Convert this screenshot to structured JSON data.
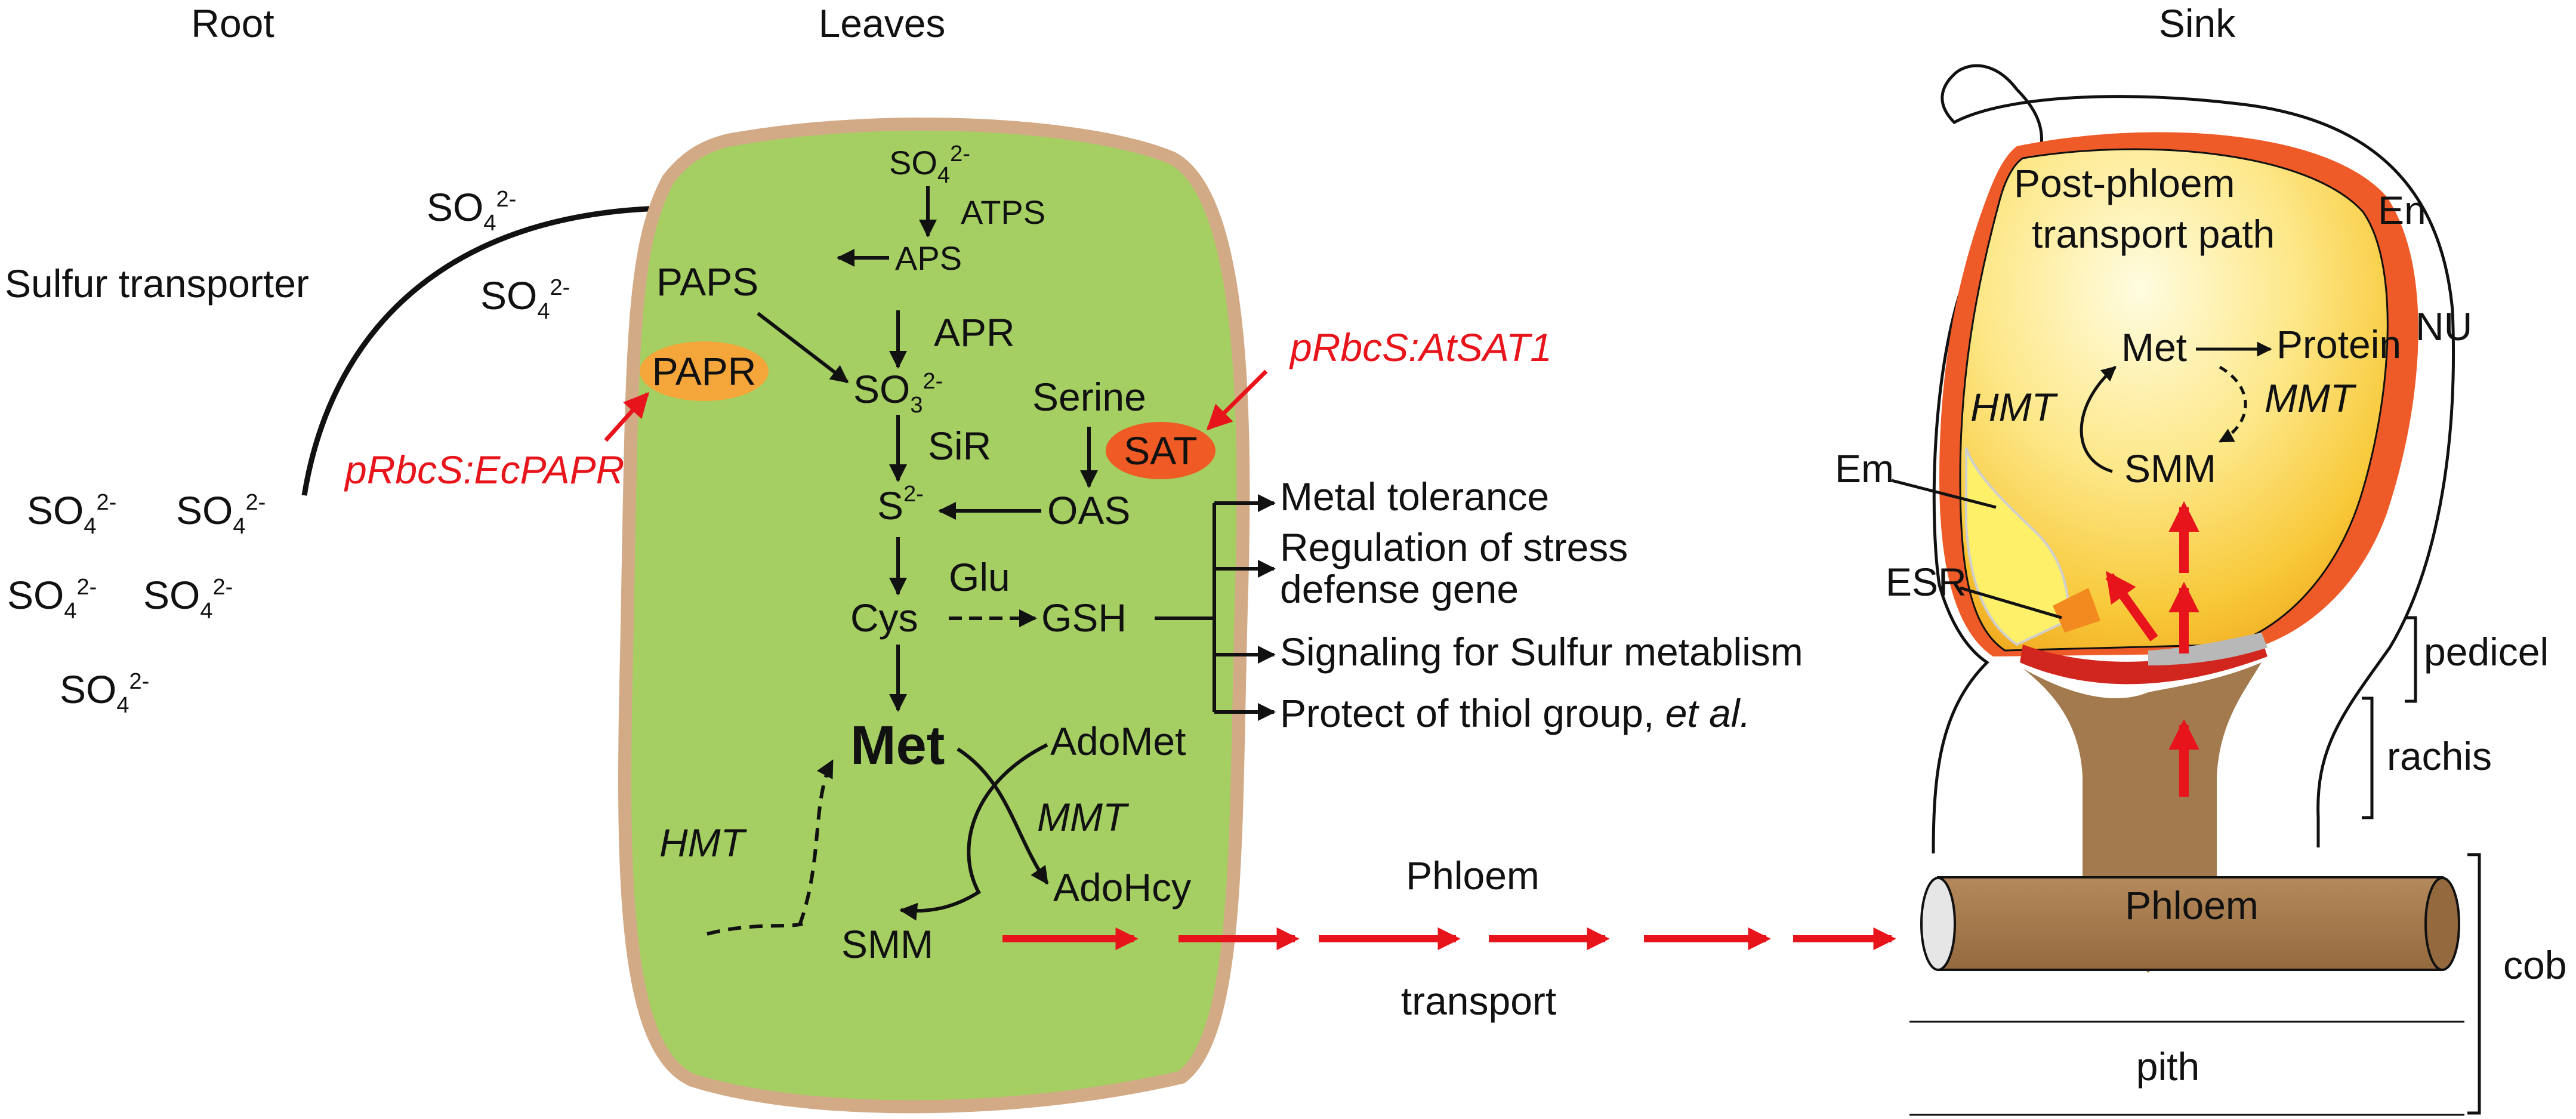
{
  "headers": {
    "root": "Root",
    "leaves": "Leaves",
    "sink": "Sink"
  },
  "root": {
    "sulfur_transporter": "Sulfur transporter",
    "sulfate_main": "SO",
    "sulfate_sub": "4",
    "sulfate_sup": "2-"
  },
  "leaf": {
    "so4_main": "SO",
    "so4_sub": "4",
    "so4_sup": "2-",
    "atps": "ATPS",
    "aps": "APS",
    "paps": "PAPS",
    "papr": "PAPR",
    "apr": "APR",
    "so3_main": "SO",
    "so3_sub": "3",
    "so3_sup": "2-",
    "sir": "SiR",
    "serine": "Serine",
    "sat": "SAT",
    "s_main": "S",
    "s_sup": "2-",
    "oas": "OAS",
    "cys": "Cys",
    "glu": "Glu",
    "gsh": "GSH",
    "met": "Met",
    "adomet": "AdoMet",
    "mmt": "MMT",
    "adohcy": "AdoHcy",
    "hmt": "HMT",
    "smm": "SMM"
  },
  "transgenes": {
    "papr_construct": "pRbcS:EcPAPR",
    "sat_construct": "pRbcS:AtSAT1"
  },
  "gsh_functions": {
    "metal": "Metal tolerance",
    "stress_line1": "Regulation of stress",
    "stress_line2": "defense gene",
    "signaling": "Signaling for Sulfur metablism",
    "protect": "Protect of thiol group,",
    "protect_etal": "et al."
  },
  "transport": {
    "phloem": "Phloem",
    "transport": "transport"
  },
  "sink": {
    "post_phloem_line1": "Post-phloem",
    "post_phloem_line2": "transport path",
    "en": "En",
    "nu": "NU",
    "met": "Met",
    "protein": "Protein",
    "hmt": "HMT",
    "mmt": "MMT",
    "smm": "SMM",
    "em": "Em",
    "esr": "ESR",
    "pedicel": "pedicel",
    "rachis": "rachis",
    "phloem": "Phloem",
    "cob": "cob",
    "pith": "pith"
  },
  "colors": {
    "leaf_fill": "#a5cf63",
    "leaf_border": "#d2aa86",
    "papr_fill": "#f4a63a",
    "sat_fill": "#ef5a25",
    "accent_red": "#e8141b",
    "stalk_brown": "#a27a4e",
    "kernel_outer": "#ef5b28",
    "kernel_inner": "#fff8c4"
  }
}
